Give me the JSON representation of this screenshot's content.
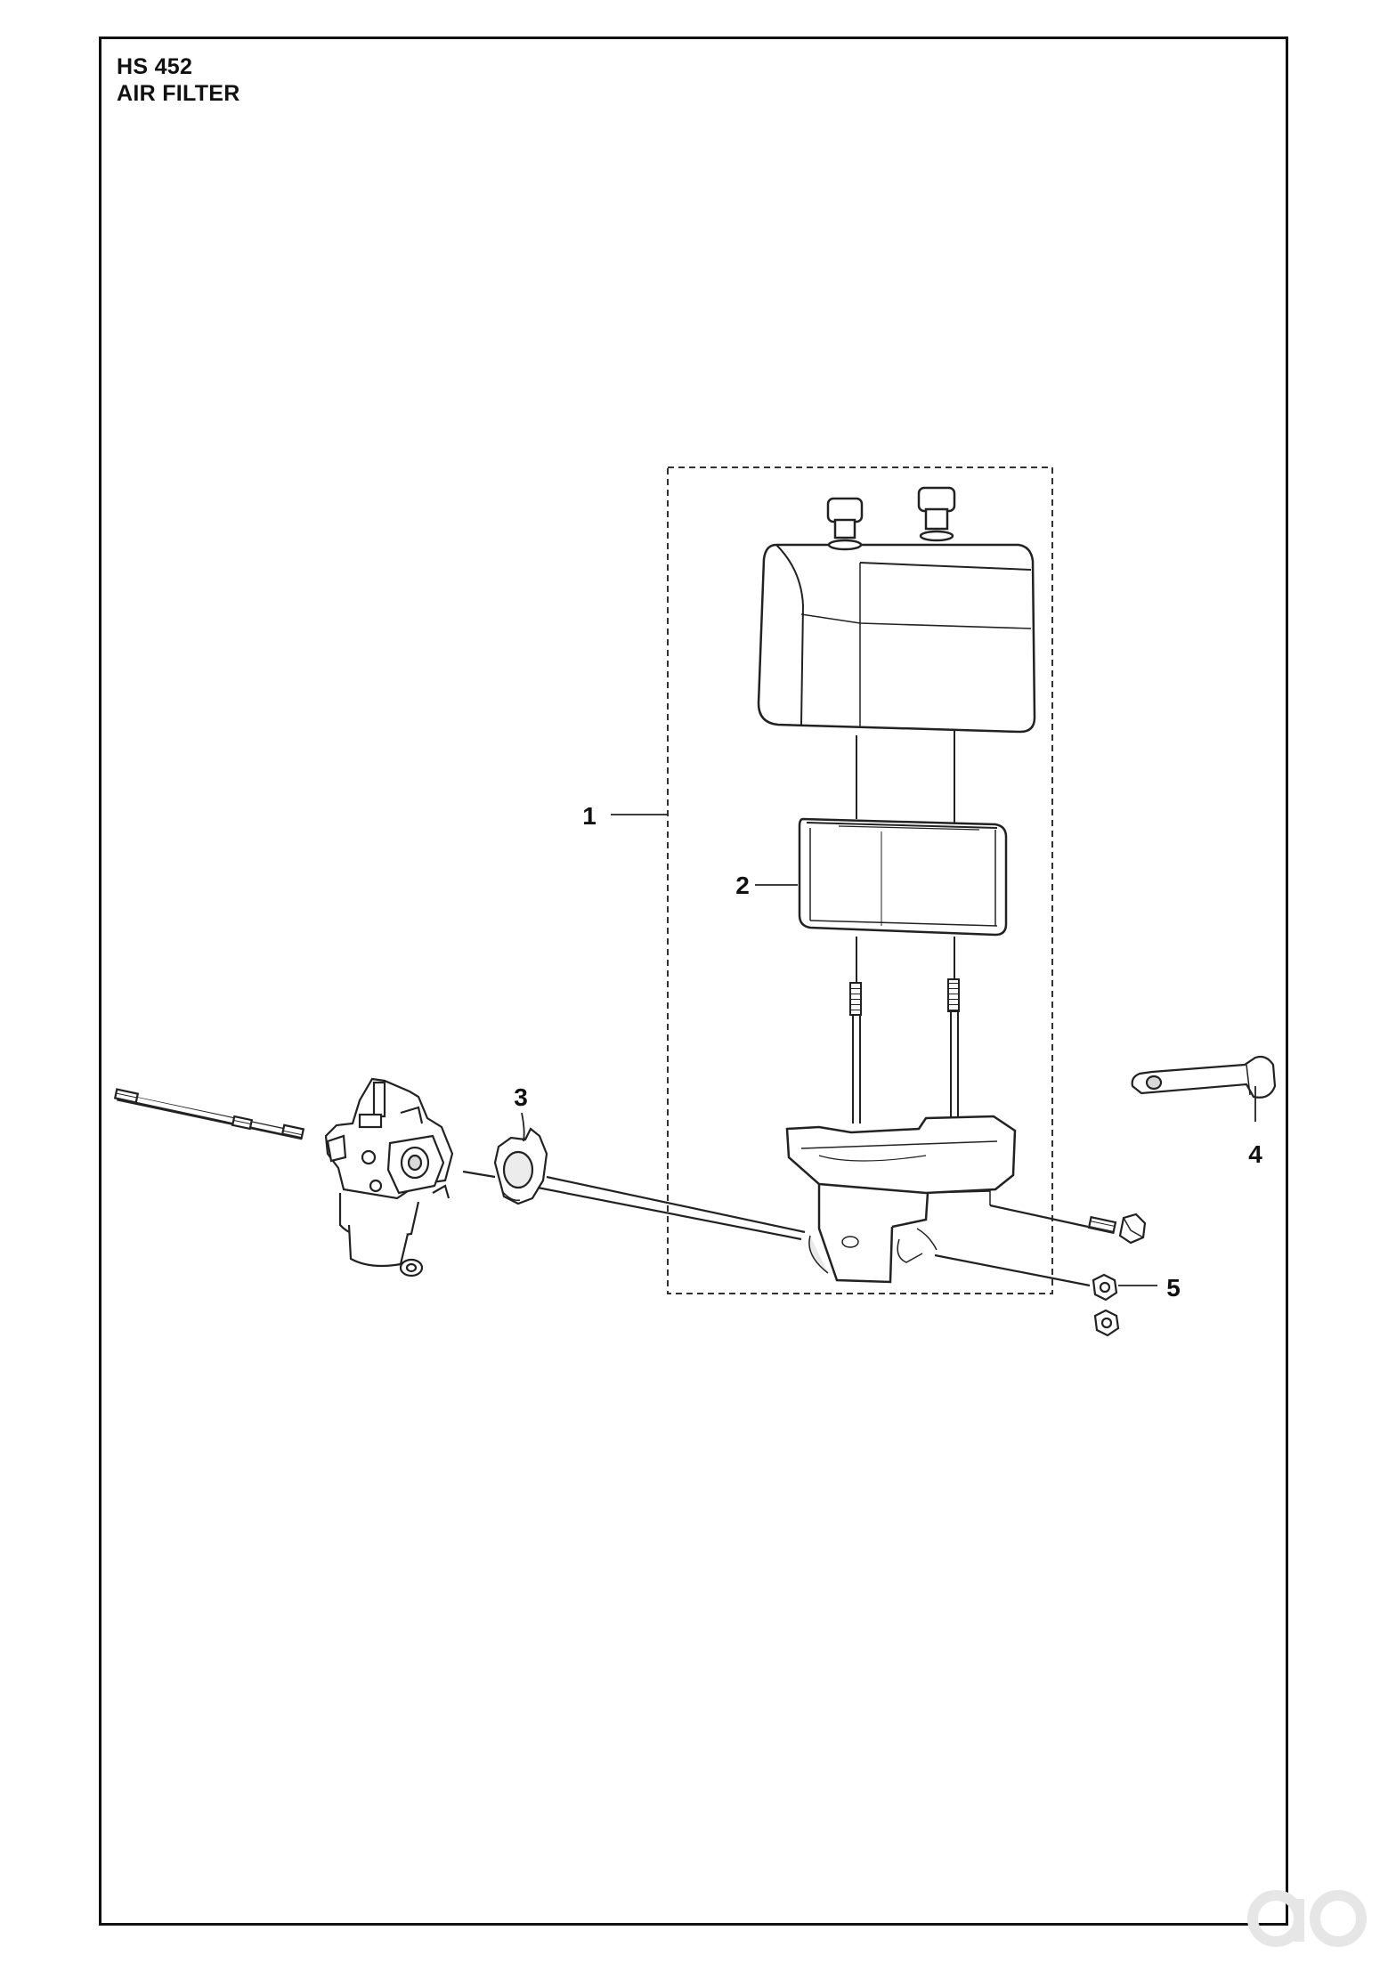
{
  "header": {
    "model": "HS 452",
    "section": "AIR FILTER"
  },
  "callouts": [
    "1",
    "2",
    "3",
    "4",
    "5"
  ],
  "colors": {
    "line": "#111111",
    "part_fill": "#ffffff",
    "shade": "#d9d9d9"
  }
}
